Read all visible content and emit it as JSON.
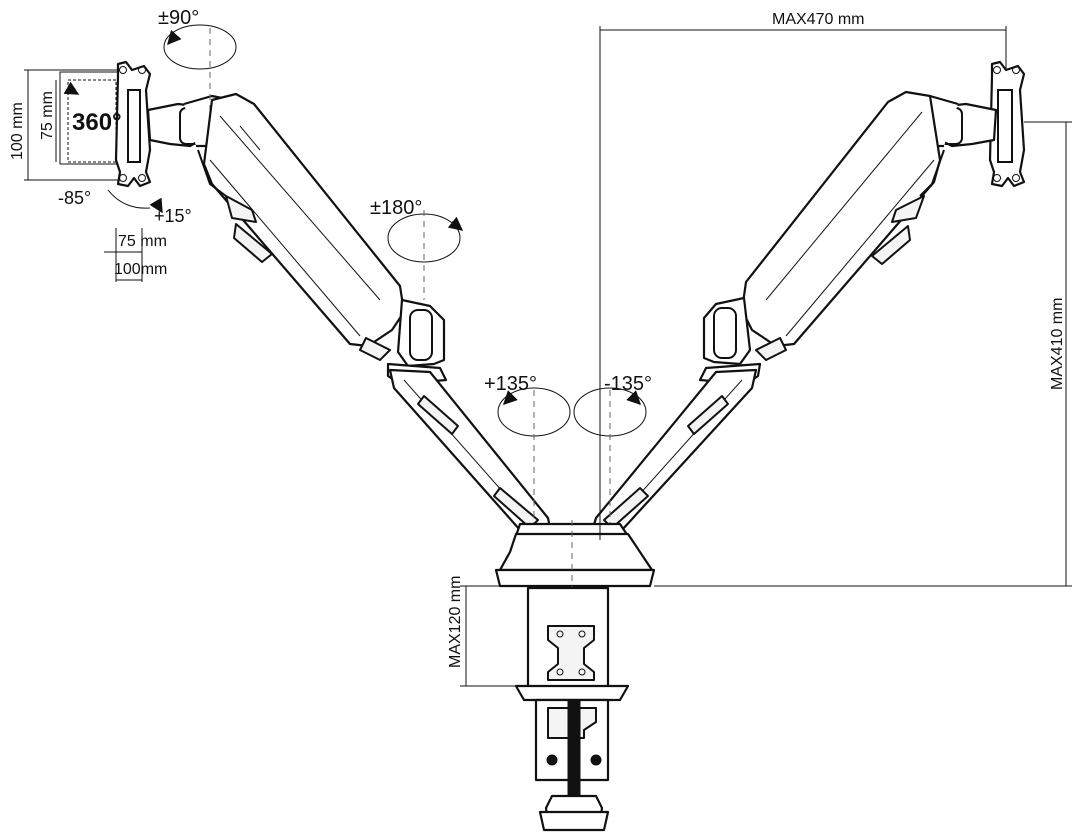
{
  "labels": {
    "tilt_top": "±90°",
    "rotate_360": "360°",
    "vesa_100_vertical": "100 mm",
    "vesa_75_vertical": "75 mm",
    "tilt_down": "-85°",
    "tilt_up": "+15°",
    "vesa_75_horizontal": "75 mm",
    "vesa_100_horizontal": "100mm",
    "swivel_180": "±180°",
    "swivel_plus_135": "+135°",
    "swivel_minus_135": "-135°",
    "max_reach": "MAX470 mm",
    "max_height": "MAX410 mm",
    "max_clamp": "MAX120 mm"
  },
  "colors": {
    "line": "#111111",
    "dashed": "#666666",
    "background": "#ffffff"
  }
}
